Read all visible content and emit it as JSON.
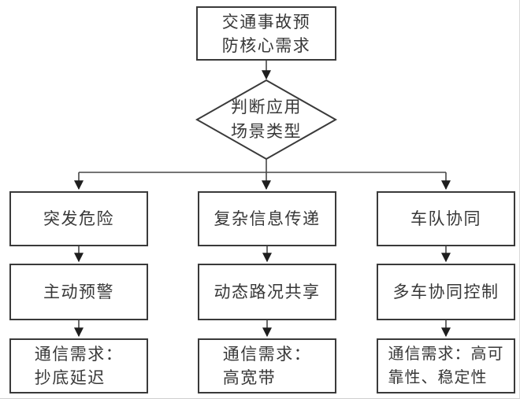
{
  "colors": {
    "background": "#ffffff",
    "box_border": "#3a3a3a",
    "connector_line": "#474747",
    "arrowhead": "#1e1e1e",
    "text": "#383838"
  },
  "nodes": {
    "start": {
      "line1": "交通事故预",
      "line2": "防核心需求"
    },
    "decision": {
      "line1": "判断应用",
      "line2": "场景类型"
    },
    "scenario_hazard": {
      "label": "突发危险"
    },
    "scenario_info": {
      "label": "复杂信息传递"
    },
    "scenario_fleet": {
      "label": "车队协同"
    },
    "action_hazard": {
      "label": "主动预警"
    },
    "action_info": {
      "label": "动态路况共享"
    },
    "action_fleet": {
      "label": "多车协同控制"
    },
    "req_hazard": {
      "line1": "通信需求：",
      "line2": "抄底延迟"
    },
    "req_info": {
      "line1": "通信需求：",
      "line2": "高宽带"
    },
    "req_fleet": {
      "line1": "通信需求：高可",
      "line2": "靠性、稳定性"
    }
  }
}
